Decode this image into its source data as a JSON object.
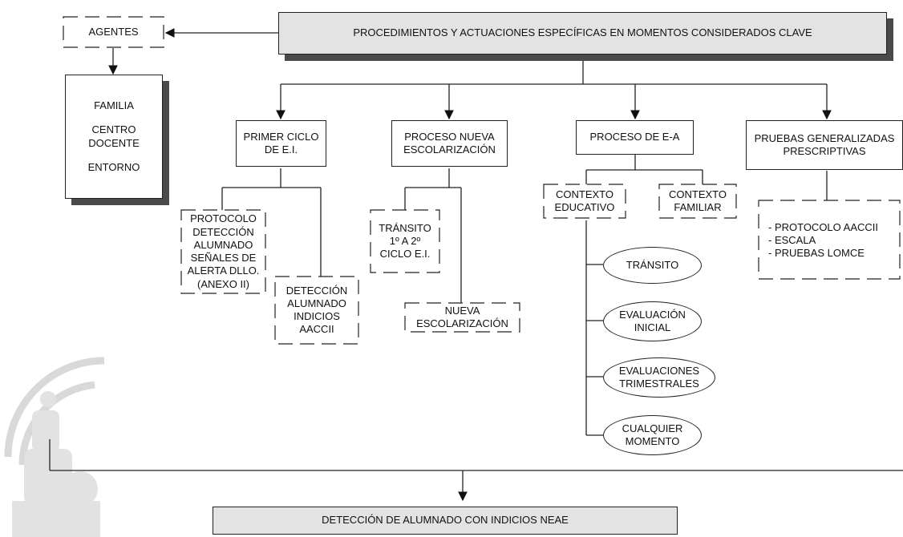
{
  "header": {
    "title": "PROCEDIMIENTOS Y ACTUACIONES ESPECÍFICAS EN MOMENTOS CONSIDERADOS CLAVE"
  },
  "agents": {
    "label": "AGENTES",
    "items": [
      "FAMILIA",
      "CENTRO\nDOCENTE",
      "ENTORNO"
    ]
  },
  "branches": {
    "primer_ciclo": {
      "title": "PRIMER CICLO\nDE E.I.",
      "protocolo": "PROTOCOLO\nDETECCIÓN\nALUMNADO\nSEÑALES DE\nALERTA DLLO.\n(ANEXO II)",
      "deteccion": "DETECCIÓN\nALUMNADO\nINDICIOS\nAACCII"
    },
    "nueva_escolarizacion": {
      "title": "PROCESO NUEVA\nESCOLARIZACIÓN",
      "transito": "TRÁNSITO\n1º A 2º\nCICLO E.I.",
      "nueva": "NUEVA\nESCOLARIZACIÓN"
    },
    "ea": {
      "title": "PROCESO DE E-A",
      "contexto_educativo": "CONTEXTO\nEDUCATIVO",
      "contexto_familiar": "CONTEXTO\nFAMILIAR",
      "moments": [
        "TRÁNSITO",
        "EVALUACIÓN\nINICIAL",
        "EVALUACIONES\nTRIMESTRALES",
        "CUALQUIER\nMOMENTO"
      ]
    },
    "pruebas": {
      "title": "PRUEBAS GENERALIZADAS\nPRESCRIPTIVAS",
      "items": [
        "- PROTOCOLO AACCII",
        "- ESCALA",
        "- PRUEBAS LOMCE"
      ]
    }
  },
  "footer": {
    "label": "DETECCIÓN DE  ALUMNADO CON INDICIOS NEAE"
  }
}
